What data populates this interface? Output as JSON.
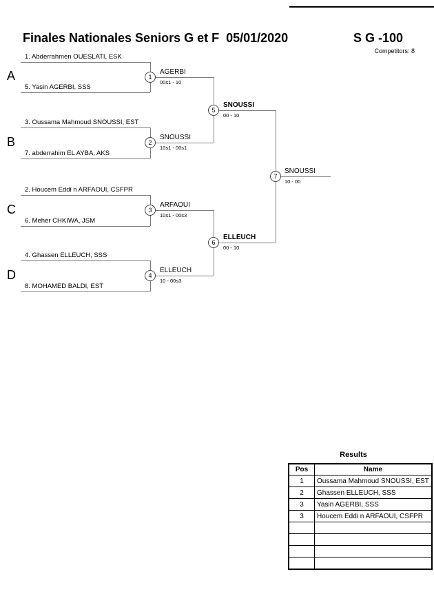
{
  "header": {
    "title": "Finales Nationales Seniors G et F  05/01/2020",
    "category": "S G -100",
    "competitors": "Competitors: 8"
  },
  "bracket": {
    "groups": [
      {
        "letter": "A",
        "top": "1. Abderrahmen OUESLATI, ESK",
        "bottom": "5. Yasin AGERBI, SSS"
      },
      {
        "letter": "B",
        "top": "3. Oussama Mahmoud SNOUSSI, EST",
        "bottom": "7. abderrahim EL AYBA, AKS"
      },
      {
        "letter": "C",
        "top": "2. Houcem Eddi n ARFAOUI, CSFPR",
        "bottom": "6. Meher CHKIWA, JSM"
      },
      {
        "letter": "D",
        "top": "4. Ghassen ELLEUCH, SSS",
        "bottom": "8. MOHAMED BALDI, EST"
      }
    ],
    "matches": [
      {
        "number": "1",
        "winner": "AGERBI",
        "score": "00s1 - 10"
      },
      {
        "number": "2",
        "winner": "SNOUSSI",
        "score": "10s1 - 00s1"
      },
      {
        "number": "3",
        "winner": "ARFAOUI",
        "score": "10s1 - 00s3"
      },
      {
        "number": "4",
        "winner": "ELLEUCH",
        "score": "10 - 00s3"
      },
      {
        "number": "5",
        "winner": "SNOUSSI",
        "score": "00 - 10"
      },
      {
        "number": "6",
        "winner": "ELLEUCH",
        "score": "00 - 10"
      },
      {
        "number": "7",
        "winner": "SNOUSSI",
        "score": "10 - 00"
      }
    ]
  },
  "results": {
    "title": "Results",
    "headers": [
      "Pos",
      "Name"
    ],
    "rows": [
      {
        "pos": "1",
        "name": "Oussama Mahmoud SNOUSSI, EST"
      },
      {
        "pos": "2",
        "name": "Ghassen ELLEUCH, SSS"
      },
      {
        "pos": "3",
        "name": "Yasin AGERBI, SSS"
      },
      {
        "pos": "3",
        "name": "Houcem Eddi n ARFAOUI, CSFPR"
      },
      {
        "pos": "",
        "name": ""
      },
      {
        "pos": "",
        "name": ""
      },
      {
        "pos": "",
        "name": ""
      },
      {
        "pos": "",
        "name": ""
      }
    ]
  }
}
